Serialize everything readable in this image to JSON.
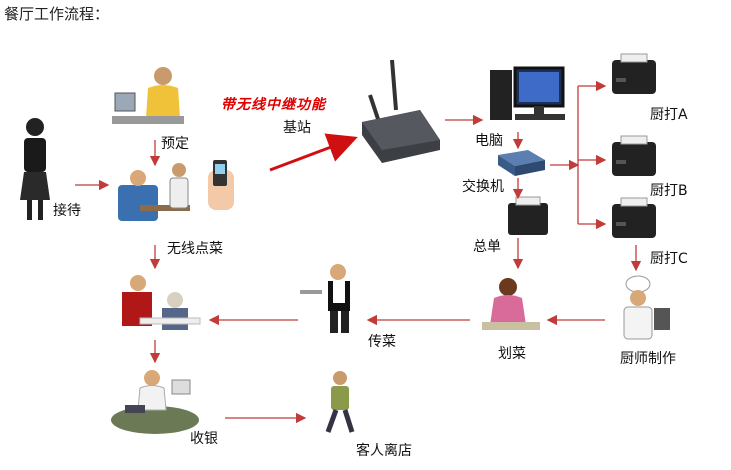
{
  "title": "餐厅工作流程：",
  "labels": {
    "reception": "接待",
    "reserve": "预定",
    "wireless_order": "无线点菜",
    "base_station_feature": "带无线中继功能",
    "base_station": "基站",
    "computer": "电脑",
    "switch": "交换机",
    "summary": "总单",
    "kitchen_a": "厨打A",
    "kitchen_b": "厨打B",
    "kitchen_c": "厨打C",
    "chef": "厨师制作",
    "mark_dish": "划菜",
    "serve": "传菜",
    "cashier": "收银",
    "customer_leave": "客人离店"
  },
  "colors": {
    "arrow": "#c23b3b",
    "base_arrow": "#d01010",
    "accent_text": "#e00000"
  }
}
